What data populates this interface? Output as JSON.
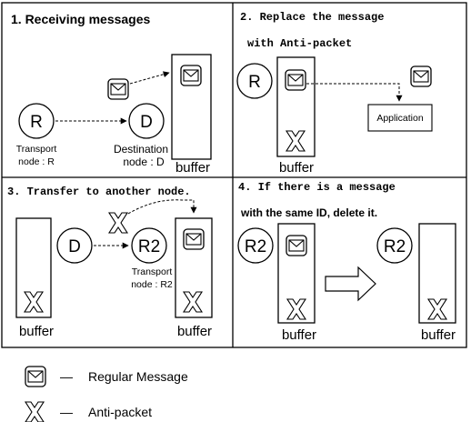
{
  "panels": {
    "p1": {
      "title": "1. Receiving messages",
      "node_r": "R",
      "node_d": "D",
      "caption_r": [
        "Transport",
        "node : R"
      ],
      "caption_d": [
        "Destination",
        "node : D"
      ],
      "buffer": "buffer"
    },
    "p2": {
      "title": [
        "2. Replace the message",
        "with Anti-packet"
      ],
      "node_r": "R",
      "app": "Application",
      "buffer": "buffer"
    },
    "p3": {
      "title": "3. Transfer to another node.",
      "node_d": "D",
      "node_r2": "R2",
      "caption_r2": [
        "Transport",
        "node : R2"
      ],
      "buffer_left": "buffer",
      "buffer_right": "buffer"
    },
    "p4": {
      "title": [
        "4. If there is a message",
        "with the same ID, delete it."
      ],
      "node_left": "R2",
      "node_right": "R2",
      "buffer_left": "buffer",
      "buffer_right": "buffer"
    }
  },
  "legend": [
    {
      "icon": "envelope-icon",
      "dash": "—",
      "label": "Regular Message"
    },
    {
      "icon": "anti-packet-x-icon",
      "dash": "—",
      "label": "Anti-packet"
    }
  ]
}
